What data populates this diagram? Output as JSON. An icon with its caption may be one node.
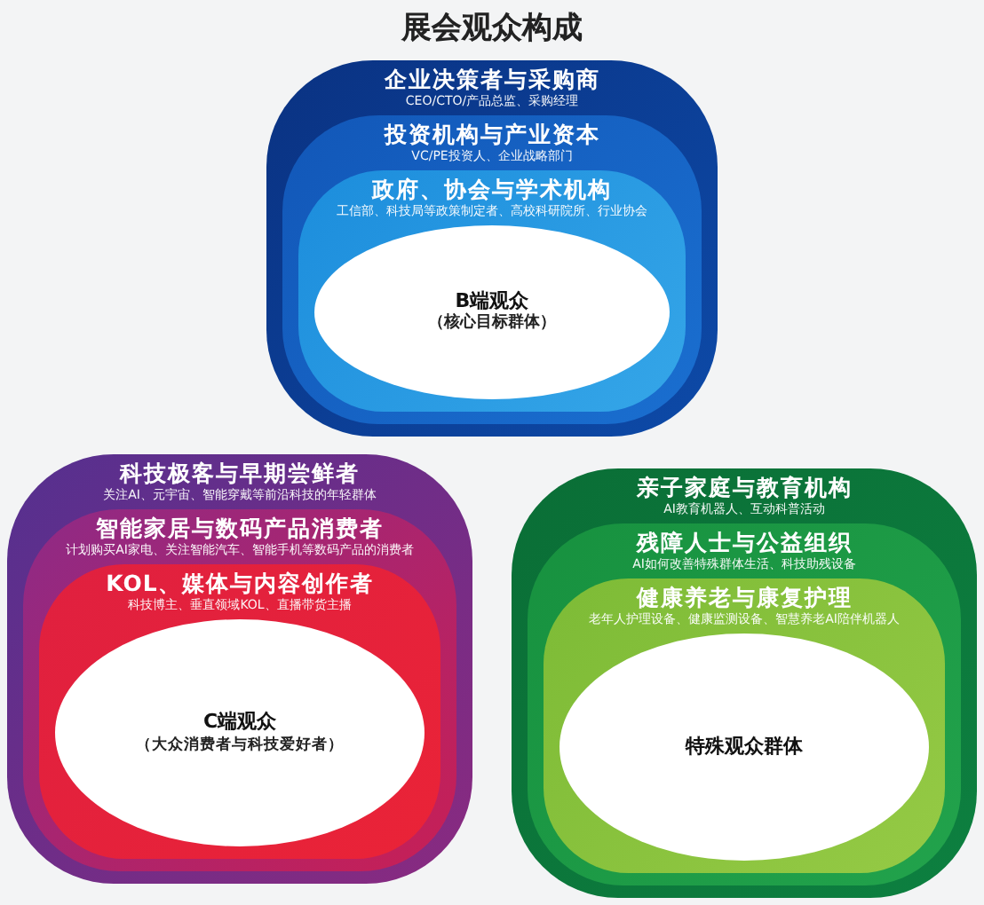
{
  "diagram": {
    "title": "展会观众构成",
    "nodes": [
      {
        "text": [
          "企业决策者与采购商",
          "CEO/CTO/产品总监、采购经理"
        ]
      },
      {
        "text": [
          "投资机构与产业资本",
          "VC/PE投资人、企业战略部门"
        ],
        "in": 0
      },
      {
        "text": [
          "政府、协会与学术机构",
          "工信部、科技局等政策制定者、高校科研院所、行业协会"
        ],
        "in": 1
      },
      {
        "text": [
          "B端观众",
          "（核心目标群体）"
        ],
        "in": 2
      },
      {
        "text": [
          "科技极客与早期尝鲜者",
          "关注AI、元宇宙、智能穿戴等前沿科技的年轻群体"
        ]
      },
      {
        "text": [
          "智能家居与数码产品消费者",
          "计划购买AI家电、关注智能汽车、智能手机等数码产品的消费者"
        ],
        "in": 4
      },
      {
        "text": [
          "KOL、媒体与内容创作者",
          "科技博主、垂直领域KOL、直播带货主播"
        ],
        "in": 5
      },
      {
        "text": [
          "C端观众",
          "（大众消费者与科技爱好者）"
        ],
        "in": 6
      },
      {
        "text": [
          "亲子家庭与教育机构",
          "AI教育机器人、互动科普活动"
        ]
      },
      {
        "text": [
          "残障人士与公益组织",
          "AI如何改善特殊群体生活、科技助残设备"
        ],
        "in": 8
      },
      {
        "text": [
          "健康养老与康复护理",
          "老年人护理设备、健康监测设备、智慧养老AI陪伴机器人"
        ],
        "in": 9
      },
      {
        "text": [
          "特殊观众群体"
        ],
        "in": 10
      }
    ]
  }
}
